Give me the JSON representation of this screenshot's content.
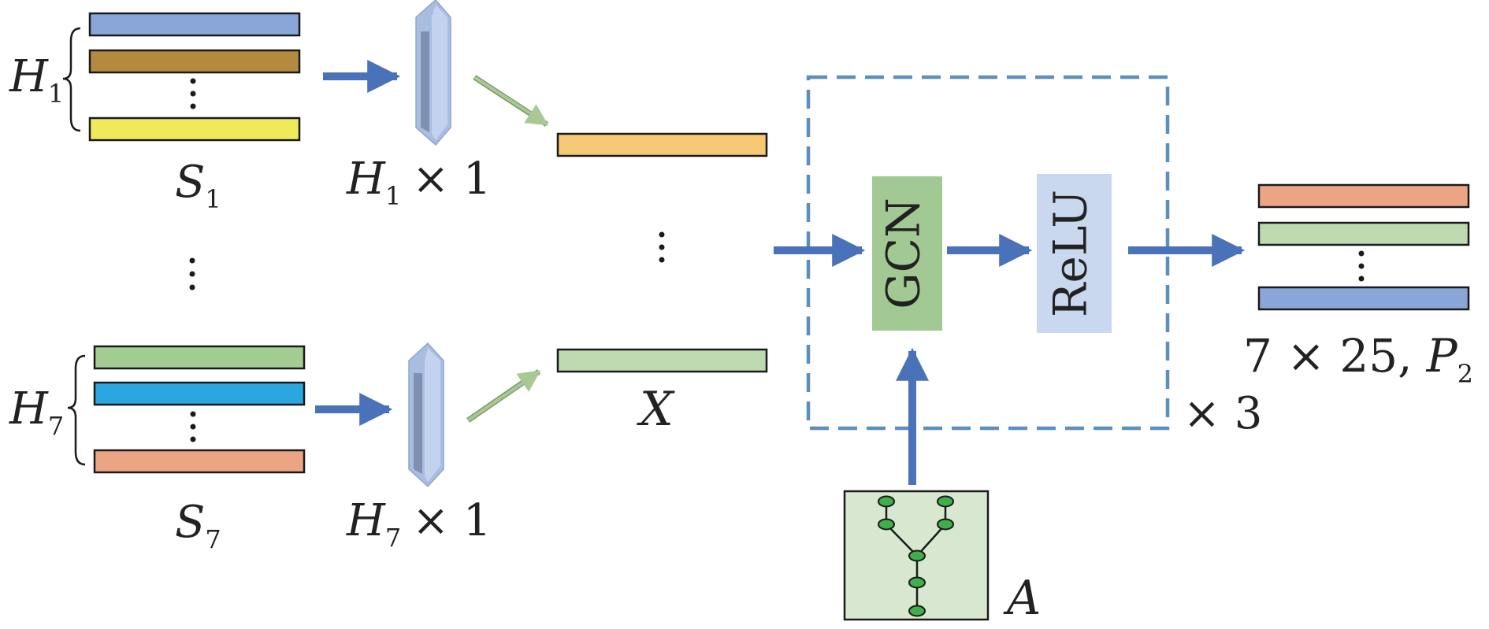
{
  "colors": {
    "arrow": "#4a72b8",
    "dashed_box": "#5b8fbf",
    "gcn_fill": "#a2c993",
    "relu_fill": "#c9d8ef",
    "graph_box_fill": "#d8e8d0",
    "graph_node": "#3db04b",
    "prism": "#a9bde0",
    "prism_dark": "#7f8fb0",
    "diag_arrow": "#a9c893"
  },
  "groups": {
    "top": {
      "h_label": "H",
      "h_sub": "1",
      "s_label": "S",
      "s_sub": "1",
      "prism_label": "H",
      "prism_sub": "1",
      "prism_times": "× 1",
      "bar_colors": [
        "#8aa6d8",
        "#b48a3e",
        "#eeea5a"
      ]
    },
    "bottom": {
      "h_label": "H",
      "h_sub": "7",
      "s_label": "S",
      "s_sub": "7",
      "prism_label": "H",
      "prism_sub": "7",
      "prism_times": "× 1",
      "bar_colors": [
        "#a3cc92",
        "#29a8e0",
        "#eba585"
      ]
    }
  },
  "features": {
    "label": "X",
    "bar_colors": [
      "#f5c974",
      "#bcd9b0"
    ]
  },
  "block": {
    "gcn_label": "GCN",
    "relu_label": "ReLU",
    "repeat_label": "× 3"
  },
  "adjacency": {
    "label": "A"
  },
  "output": {
    "label": "7 × 25,",
    "p_label": "P",
    "p_sub": "2",
    "bar_colors": [
      "#eba585",
      "#bcd9b0",
      "#8aa6d8"
    ]
  }
}
